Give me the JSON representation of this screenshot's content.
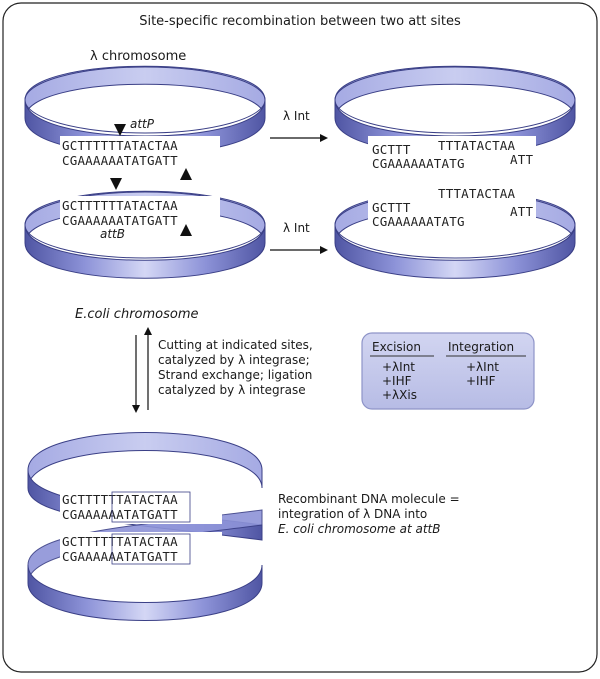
{
  "title": "Site-specific recombination between two att sites",
  "lambda_chromosome_label": "λ chromosome",
  "ecoli_chromosome_label": "E.coli chromosome",
  "attP_label": "attP",
  "attB_label": "attB",
  "arrow_top_label": "λ Int",
  "arrow_middle_label": "λ Int",
  "step_text": [
    "Cutting at indicated sites,",
    "catalyzed by λ integrase;",
    "Strand exchange; ligation",
    "catalyzed by λ integrase"
  ],
  "box": {
    "excision_header": "Excision",
    "integration_header": "Integration",
    "excision_items": [
      "+λInt",
      "+IHF",
      "+λXis"
    ],
    "integration_items": [
      "+λInt",
      "+IHF"
    ]
  },
  "sequences": {
    "attP_top": "GCTTTTTTATACTAA",
    "attP_bottom": "CGAAAAAATATGATT",
    "attB_top": "GCTTTTTTATACTAA",
    "attB_bottom": "CGAAAAAATATGATT",
    "cut_left_top": "GCTTT",
    "cut_left_bottom": "CGAAAAAATATG",
    "cut_right_top": "TTTATACTAA",
    "cut_right_bottom": "ATT",
    "rec_top1": "GCTTTTTTATACTAA",
    "rec_bottom1": "CGAAAAAATATGATT",
    "rec_top2": "GCTTTTTTATACTAA",
    "rec_bottom2": "CGAAAAAATATGATT"
  },
  "result_text": [
    "Recombinant DNA molecule =",
    "integration of λ DNA into",
    "E. coli chromosome at attB"
  ],
  "colors": {
    "ring_light": "#c9cdf0",
    "ring_mid": "#8d93d8",
    "ring_dark": "#4f55a3",
    "box_fill": "#c4c8ea",
    "box_stroke": "#8e94c8"
  }
}
